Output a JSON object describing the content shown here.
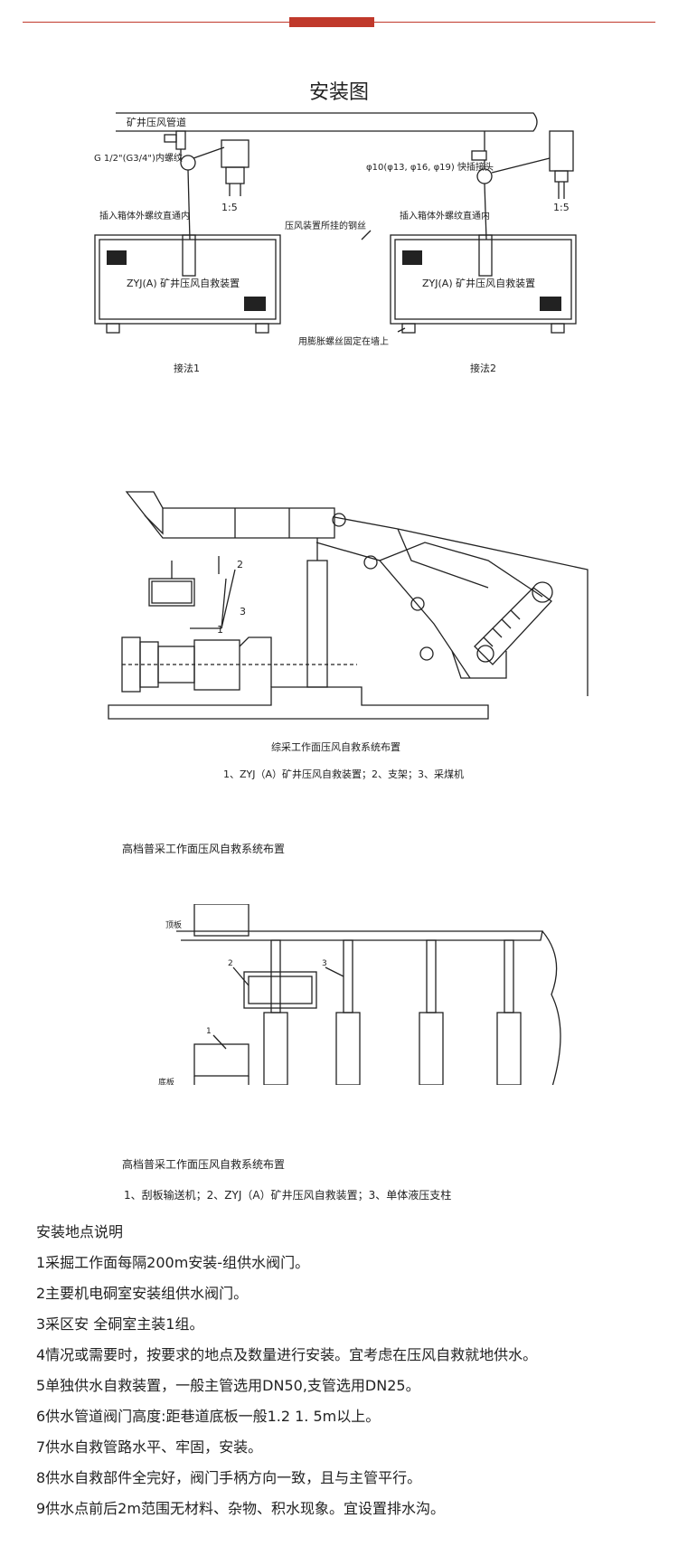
{
  "title": "安装图",
  "fig1": {
    "pipe_label": "矿井压风管道",
    "thread_label": "G 1/2\"(G3/4\")内螺纹",
    "quick_label": "φ10(φ13, φ16, φ19) 快插接头",
    "scale_left": "1:5",
    "scale_right": "1:5",
    "insert_left": "插入箱体外螺纹直通内",
    "insert_right": "插入箱体外螺纹直通内",
    "wire_label": "压风装置所挂的钢丝",
    "box_left_text": "ZYJ(A) 矿井压风自救装置",
    "box_right_text": "ZYJ(A) 矿井压风自救装置",
    "bolt_label": "用膨胀螺丝固定在墙上",
    "method_left": "接法1",
    "method_right": "接法2"
  },
  "fig2": {
    "label_1": "1",
    "label_2": "2",
    "label_3": "3",
    "caption": "综采工作面压风自救系统布置",
    "legend": "1、ZYJ（A）矿井压风自救装置；2、支架；3、采煤机"
  },
  "fig3": {
    "heading": "高档普采工作面压风自救系统布置",
    "top_label": "顶板",
    "floor_label": "底板",
    "label_1": "1",
    "label_2": "2",
    "label_3": "3",
    "caption": "高档普采工作面压风自救系统布置",
    "legend": "1、刮板输送机；2、ZYJ（A）矿井压风自救装置；3、单体液压支柱"
  },
  "notes": {
    "heading": "安装地点说明",
    "items": [
      "1采掘工作面每隔200m安装-组供水阀门。",
      "2主要机电硐室安装组供水阀门。",
      "3采区安  全硐室主装1组。",
      "4情况或需要时，按要求的地点及数量进行安装。宜考虑在压风自救就地供水。",
      "5单独供水自救装置，一般主管选用DN50,支管选用DN25。",
      "6供水管道阀门高度:距巷道底板一般1.2 1. 5m以上。",
      "7供水自救管路水平、牢固，安装。",
      "8供水自救部件全完好，阀门手柄方向一致，且与主管平行。",
      "9供水点前后2m范围无材料、杂物、积水现象。宜设置排水沟。"
    ]
  }
}
